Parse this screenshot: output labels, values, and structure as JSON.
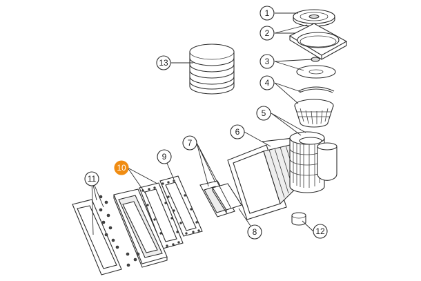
{
  "diagram": {
    "highlight_color": "#f08c12",
    "callouts": [
      {
        "id": "c1",
        "label": "1"
      },
      {
        "id": "c2",
        "label": "2"
      },
      {
        "id": "c3",
        "label": "3"
      },
      {
        "id": "c4",
        "label": "4"
      },
      {
        "id": "c5",
        "label": "5"
      },
      {
        "id": "c6",
        "label": "6"
      },
      {
        "id": "c7",
        "label": "7"
      },
      {
        "id": "c8",
        "label": "8"
      },
      {
        "id": "c9",
        "label": "9"
      },
      {
        "id": "c10",
        "label": "10",
        "highlighted": true
      },
      {
        "id": "c11",
        "label": "11"
      },
      {
        "id": "c12",
        "label": "12"
      },
      {
        "id": "c13",
        "label": "13"
      }
    ]
  }
}
